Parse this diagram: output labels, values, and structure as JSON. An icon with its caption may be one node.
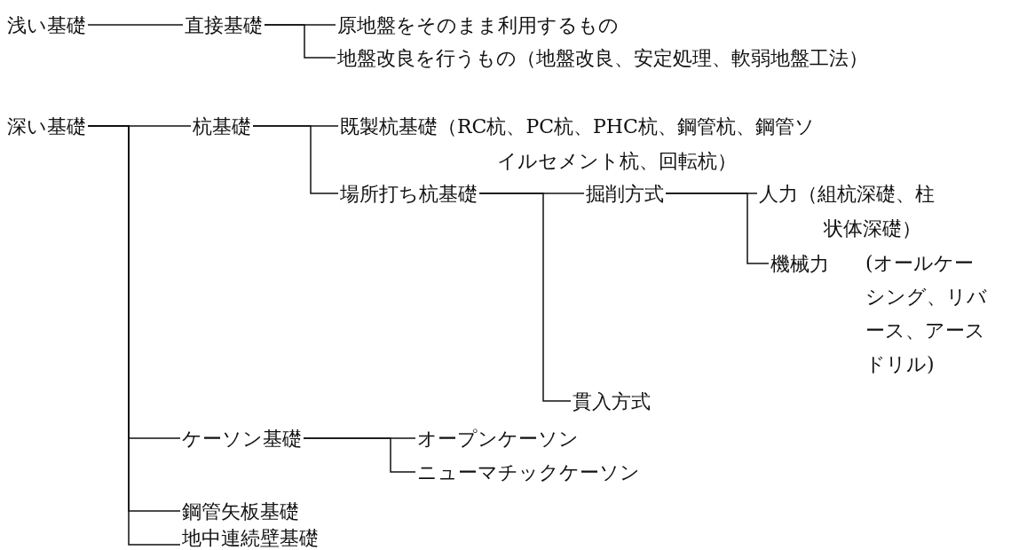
{
  "diagram": {
    "nodes": [
      {
        "text": [
          "浅い基礎"
        ]
      },
      {
        "text": [
          "直接基礎"
        ]
      },
      {
        "text": [
          "原地盤をそのまま利用するもの"
        ]
      },
      {
        "text": [
          "地盤改良を行うもの（地盤改良、安定処理、軟弱地盤工法）"
        ]
      },
      {
        "text": [
          "深い基礎"
        ]
      },
      {
        "text": [
          "杭基礎"
        ]
      },
      {
        "text": [
          "既製杭基礎（RC杭、PC杭、PHC杭、鋼管杭、鋼管ソイルセメント杭、回転杭）"
        ]
      },
      {
        "text": [
          "場所打ち杭基礎"
        ]
      },
      {
        "text": [
          "掘削方式"
        ]
      },
      {
        "text": [
          "人力（組杭深礎、柱状体深礎）"
        ]
      },
      {
        "text": [
          "機械力"
        ]
      },
      {
        "text": [
          "貫入方式"
        ]
      },
      {
        "text": [
          "ケーソン基礎"
        ]
      },
      {
        "text": [
          "オープンケーソン"
        ]
      },
      {
        "text": [
          "ニューマチックケーソン"
        ]
      },
      {
        "text": [
          "鋼管矢板基礎"
        ]
      },
      {
        "text": [
          "地中連続壁基礎"
        ]
      }
    ],
    "edges": [
      {
        "from": 0,
        "to": 1,
        "arrow": "none"
      },
      {
        "from": 1,
        "to": 2,
        "arrow": "none"
      },
      {
        "from": 1,
        "to": 3,
        "arrow": "none"
      },
      {
        "from": 4,
        "to": 5,
        "arrow": "none"
      },
      {
        "from": 5,
        "to": 6,
        "arrow": "none"
      },
      {
        "from": 5,
        "to": 7,
        "arrow": "none"
      },
      {
        "from": 7,
        "to": 8,
        "arrow": "none"
      },
      {
        "from": 7,
        "to": 11,
        "arrow": "none"
      },
      {
        "from": 8,
        "to": 9,
        "arrow": "none"
      },
      {
        "from": 8,
        "to": 10,
        "arrow": "none"
      },
      {
        "from": 4,
        "to": 12,
        "arrow": "none"
      },
      {
        "from": 12,
        "to": 13,
        "arrow": "none"
      },
      {
        "from": 12,
        "to": 14,
        "arrow": "none"
      },
      {
        "from": 4,
        "to": 15,
        "arrow": "none"
      },
      {
        "from": 4,
        "to": 16,
        "arrow": "none"
      }
    ],
    "labels": [
      "(オールケーシング、リバース、アースドリル)"
    ]
  }
}
